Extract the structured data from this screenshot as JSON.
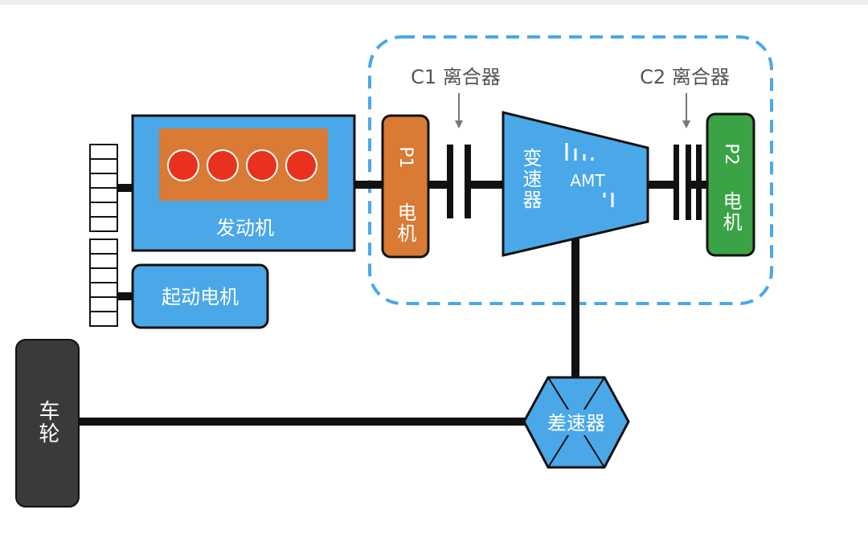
{
  "labels": {
    "clutch_c1": "C1 离合器",
    "clutch_c2": "C2 离合器",
    "engine": "发动机",
    "starter_motor": "起动电机",
    "p1_code": "P1",
    "p1_word": "电机",
    "p2_code": "P2",
    "p2_word": "电机",
    "transmission": "变速器",
    "amt": "AMT",
    "differential": "差速器",
    "wheel": "车轮"
  },
  "colors": {
    "blue": "#4aa8e8",
    "orange": "#d97a35",
    "green": "#3aa345",
    "red": "#e8321e",
    "dark": "#3a3a3a",
    "outline": "#111111",
    "dashed": "#4aa8e8",
    "label_gray": "#555555"
  }
}
